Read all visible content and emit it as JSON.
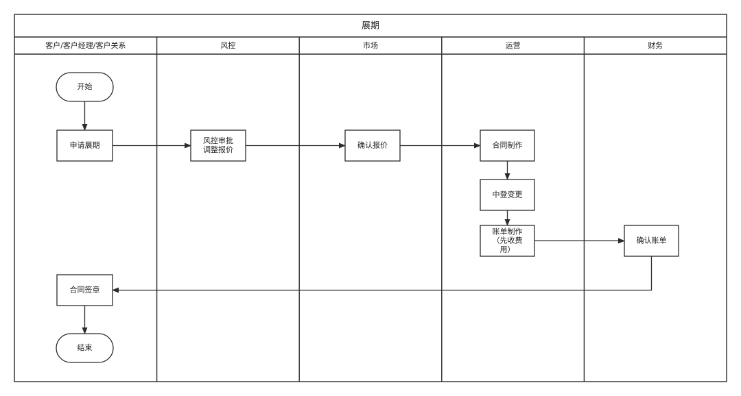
{
  "pool": {
    "title": "展期"
  },
  "lanes": [
    {
      "id": "customer",
      "title": "客户/客户经理/客户关系"
    },
    {
      "id": "risk",
      "title": "风控"
    },
    {
      "id": "market",
      "title": "市场"
    },
    {
      "id": "ops",
      "title": "运营"
    },
    {
      "id": "finance",
      "title": "财务"
    }
  ],
  "nodes": [
    {
      "id": "start",
      "kind": "terminal",
      "lane": "customer",
      "lines": [
        "开始"
      ]
    },
    {
      "id": "apply",
      "kind": "process",
      "lane": "customer",
      "lines": [
        "申请展期"
      ]
    },
    {
      "id": "risk_review",
      "kind": "process",
      "lane": "risk",
      "lines": [
        "风控审批",
        "调整报价"
      ]
    },
    {
      "id": "confirm_price",
      "kind": "process",
      "lane": "market",
      "lines": [
        "确认报价"
      ]
    },
    {
      "id": "contract_make",
      "kind": "process",
      "lane": "ops",
      "lines": [
        "合同制作"
      ]
    },
    {
      "id": "zhongdeng",
      "kind": "process",
      "lane": "ops",
      "lines": [
        "中登变更"
      ]
    },
    {
      "id": "bill_make",
      "kind": "process",
      "lane": "ops",
      "lines": [
        "账单制作",
        "（先收费",
        "用）"
      ]
    },
    {
      "id": "confirm_bill",
      "kind": "process",
      "lane": "finance",
      "lines": [
        "确认账单"
      ]
    },
    {
      "id": "contract_sign",
      "kind": "process",
      "lane": "customer",
      "lines": [
        "合同签章"
      ]
    },
    {
      "id": "end",
      "kind": "terminal",
      "lane": "customer",
      "lines": [
        "结束"
      ]
    }
  ],
  "edges": [
    {
      "from": "start",
      "to": "apply"
    },
    {
      "from": "apply",
      "to": "risk_review"
    },
    {
      "from": "risk_review",
      "to": "confirm_price"
    },
    {
      "from": "confirm_price",
      "to": "contract_make"
    },
    {
      "from": "contract_make",
      "to": "zhongdeng"
    },
    {
      "from": "zhongdeng",
      "to": "bill_make"
    },
    {
      "from": "bill_make",
      "to": "confirm_bill"
    },
    {
      "from": "confirm_bill",
      "to": "contract_sign"
    },
    {
      "from": "contract_sign",
      "to": "end"
    }
  ]
}
